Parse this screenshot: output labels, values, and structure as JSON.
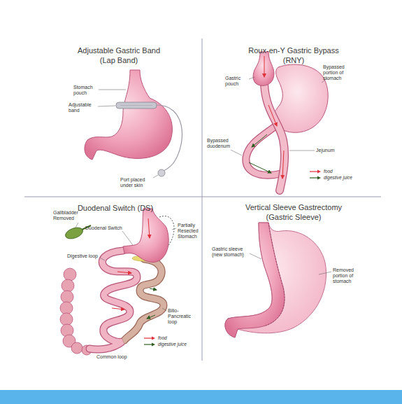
{
  "diagram": {
    "labels": [
      "Adjustable Gastric Band",
      "(Lap Band)",
      "Stomach pouch",
      "Adjustable band",
      "Port placed under skin",
      "Roux-en-Y Gastric Bypass",
      "(RNY)",
      "Gastric pouch",
      "Bypassed portion of stomach",
      "Jejunum",
      "Bypassed duodenum",
      "Duodenal Switch (DS)",
      "Gallbladder Removed",
      "Duodenal Switch",
      "Partially Resected Stomach",
      "Digestive loop",
      "Bilio-Pancreatic loop",
      "Common loop",
      "Vertical Sleeve Gastrectomy",
      "(Gastric Sleeve)",
      "Gastric sleeve (new stomach)",
      "Removed portion of stomach"
    ],
    "legend": [
      {
        "text": "food"
      },
      {
        "text": "digestive juice"
      },
      {
        "text": "food"
      },
      {
        "text": "digestive juice"
      }
    ]
  }
}
